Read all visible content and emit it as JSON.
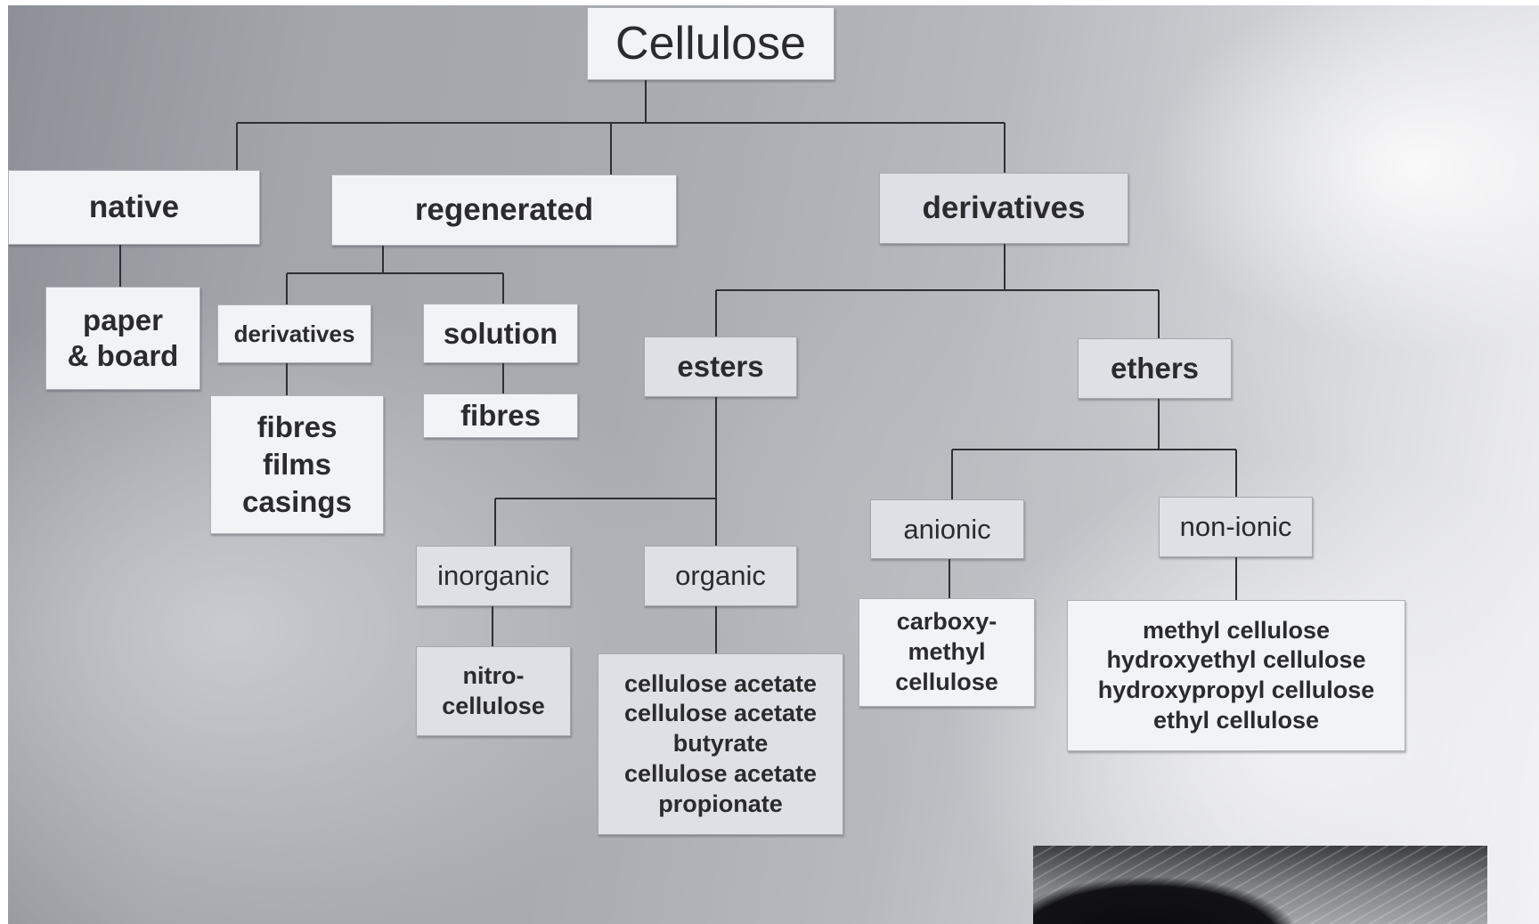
{
  "diagram": {
    "root": "Cellulose",
    "native": {
      "label": "native",
      "product": "paper\n& board"
    },
    "regenerated": {
      "label": "regenerated",
      "derivatives_label": "derivatives",
      "derivatives_products": "fibres\nfilms\ncasings",
      "solution_label": "solution",
      "solution_products": "fibres"
    },
    "derivatives": {
      "label": "derivatives",
      "esters": {
        "label": "esters",
        "inorganic": "inorganic",
        "inorganic_products": "nitro-\ncellulose",
        "organic": "organic",
        "organic_products": "cellulose acetate\ncellulose acetate\nbutyrate\ncellulose acetate\npropionate"
      },
      "ethers": {
        "label": "ethers",
        "anionic": "anionic",
        "anionic_products": "carboxy-\nmethyl\ncellulose",
        "nonionic": "non-ionic",
        "nonionic_products": "methyl cellulose\nhydroxyethyl cellulose\nhydroxypropyl cellulose\nethyl cellulose"
      }
    }
  },
  "colors": {
    "line": "#2e2f33",
    "box_light": "#f2f3f7",
    "box_grey": "#dfe0e6",
    "text": "#2b2b2e"
  }
}
